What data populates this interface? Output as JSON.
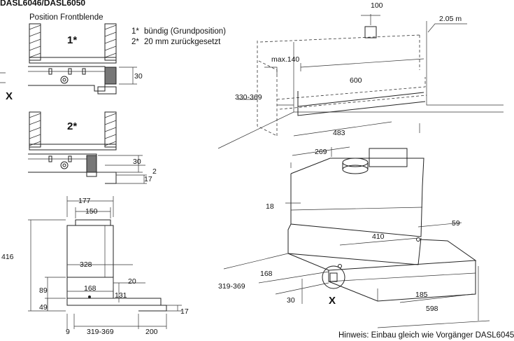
{
  "title": "DASL6046/DASL6050",
  "position_heading": "Position Frontblende",
  "marker_1": "1*",
  "marker_2": "2*",
  "legend": [
    {
      "mark": "1*",
      "text": "bündig (Grundposition)"
    },
    {
      "mark": "2*",
      "text": "20 mm zurückgesetzt"
    }
  ],
  "x_label": "X",
  "detail1": {
    "dim_30": "30"
  },
  "detail2": {
    "dim_30": "30",
    "dim_2": "2",
    "dim_17": "17"
  },
  "side_view": {
    "d177": "177",
    "d150": "150",
    "d416": "416",
    "d328": "328",
    "d89": "89",
    "d168": "168",
    "d20": "20",
    "d131": "131",
    "d49": "49",
    "d17": "17",
    "d9": "9",
    "d319": "319-369",
    "d200": "200"
  },
  "persp_top": {
    "d100": "100",
    "d205": "2.05 m",
    "dmax140": "max.140",
    "d600": "600",
    "d330": "330-369"
  },
  "persp_hood": {
    "d483": "483",
    "d269": "269",
    "d18": "18",
    "d410": "410",
    "d59": "59",
    "d168": "168",
    "d319": "319-369",
    "d30": "30",
    "d185": "185",
    "d598": "598"
  },
  "note": "Hinweis: Einbau gleich wie Vorgänger DASL6045"
}
